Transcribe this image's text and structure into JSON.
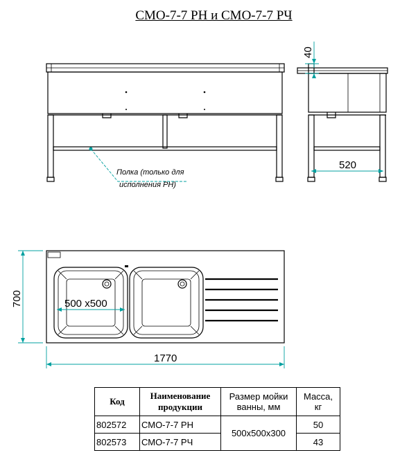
{
  "title": "СМО-7-7 РН и СМО-7-7 РЧ",
  "dimensions": {
    "height_top": "40",
    "side_width": "520",
    "plan_depth": "700",
    "plan_width": "1770",
    "bowl_size": "500 х500"
  },
  "note": {
    "line1": "Полка (только для",
    "line2": "исполнения РН)"
  },
  "table": {
    "headers": {
      "code": "Код",
      "name_line1": "Наименование",
      "name_line2": "продукции",
      "size_line1": "Размер мойки",
      "size_line2": "ванны, мм",
      "mass_line1": "Масса,",
      "mass_line2": "кг"
    },
    "rows": [
      {
        "code": "802572",
        "name": "СМО-7-7 РН",
        "mass": "50"
      },
      {
        "code": "802573",
        "name": "СМО-7-7 РЧ",
        "mass": "43"
      }
    ],
    "shared_size": "500х500х300"
  }
}
